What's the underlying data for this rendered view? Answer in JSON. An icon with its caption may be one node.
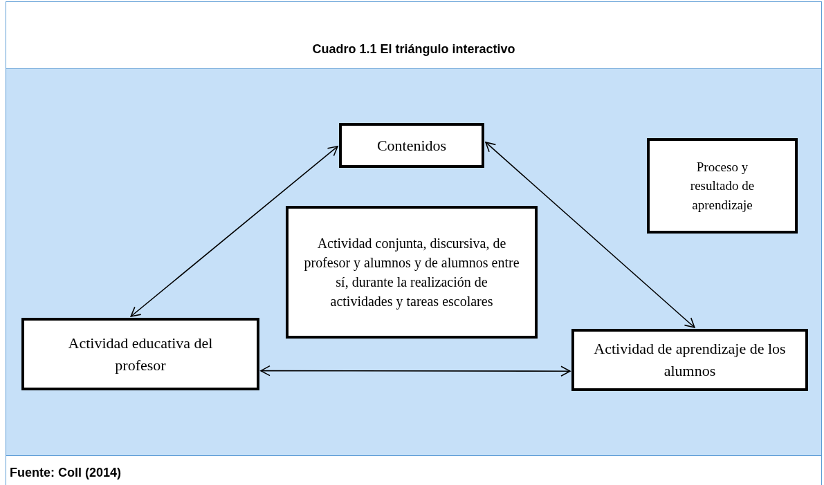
{
  "diagram": {
    "title": "Cuadro 1.1 El triángulo interactivo",
    "caption": "Fuente: Coll (2014)",
    "nodes": [
      {
        "text": [
          "Contenidos"
        ]
      },
      {
        "text": [
          "Proceso y resultado de aprendizaje"
        ]
      },
      {
        "text": [
          "Actividad conjunta, discursiva, de profesor y alumnos y de alumnos entre sí, durante la realización de actividades y tareas escolares"
        ]
      },
      {
        "text": [
          "Actividad educativa del profesor"
        ]
      },
      {
        "text": [
          "Actividad de aprendizaje de los alumnos"
        ]
      }
    ],
    "edges": [
      {
        "from": 3,
        "to": 0,
        "arrow": "both"
      },
      {
        "from": 0,
        "to": 4,
        "arrow": "both"
      },
      {
        "from": 3,
        "to": 4,
        "arrow": "both"
      }
    ]
  }
}
